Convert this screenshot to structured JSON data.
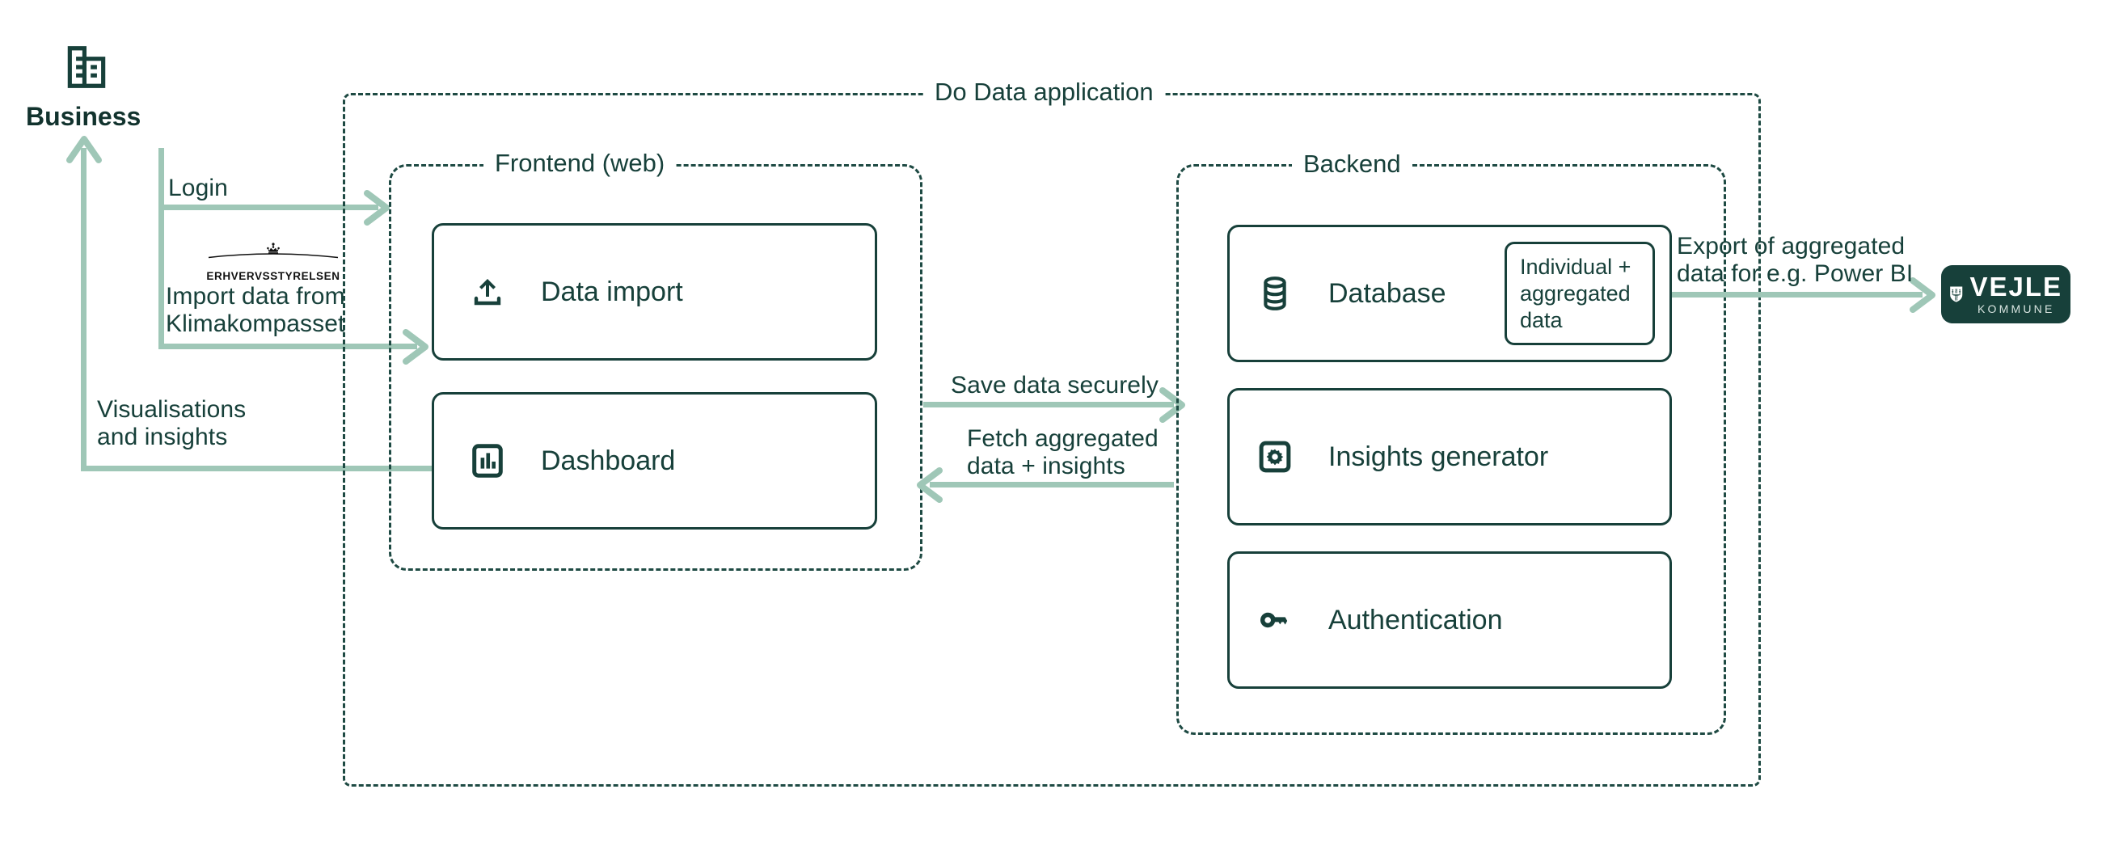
{
  "diagram": {
    "title": "Do Data application",
    "actor": {
      "label": "Business",
      "icon": "office-building-icon"
    },
    "groups": [
      {
        "id": "frontend",
        "title": "Frontend (web)"
      },
      {
        "id": "backend",
        "title": "Backend"
      }
    ],
    "nodes": [
      {
        "id": "data-import",
        "label": "Data import",
        "icon": "upload-icon",
        "group": "frontend"
      },
      {
        "id": "dashboard",
        "label": "Dashboard",
        "icon": "bar-chart-icon",
        "group": "frontend"
      },
      {
        "id": "database",
        "label": "Database",
        "icon": "database-icon",
        "group": "backend"
      },
      {
        "id": "insights-generator",
        "label": "Insights generator",
        "icon": "gear-icon",
        "group": "backend"
      },
      {
        "id": "authentication",
        "label": "Authentication",
        "icon": "key-icon",
        "group": "backend"
      }
    ],
    "sub_boxes": [
      {
        "id": "individual-aggregated-data",
        "parent": "database",
        "label": "Individual +\naggregated\ndata"
      }
    ],
    "edges": [
      {
        "id": "login",
        "label": "Login",
        "from": "Business",
        "to": "Frontend (web)"
      },
      {
        "id": "import-klima",
        "label": "Import data from\nKlimakompasset",
        "from": "Business",
        "to": "Data import",
        "logo": "erhvervsstyrelsen-logo"
      },
      {
        "id": "visualisations",
        "label": "Visualisations\nand insights",
        "from": "Dashboard",
        "to": "Business"
      },
      {
        "id": "save-data",
        "label": "Save data securely",
        "from": "Frontend (web)",
        "to": "Backend"
      },
      {
        "id": "fetch-aggregated",
        "label": "Fetch aggregated\ndata + insights",
        "from": "Backend",
        "to": "Dashboard"
      },
      {
        "id": "export-powerbi",
        "label": "Export of aggregated\ndata for e.g. Power BI",
        "from": "Database",
        "to": "Vejle Kommune"
      }
    ],
    "logos": [
      {
        "id": "erhvervsstyrelsen-logo",
        "name": "ERHVERVSSTYRELSEN"
      },
      {
        "id": "vejle-kommune-logo",
        "name": "VEJLE",
        "subtitle": "KOMMUNE"
      }
    ],
    "colors": {
      "ink": "#17403A",
      "ink_dark": "#12332E",
      "arrow": "#9FC7B7",
      "dash_border": "#1E4A43",
      "background": "#FFFFFF"
    }
  }
}
